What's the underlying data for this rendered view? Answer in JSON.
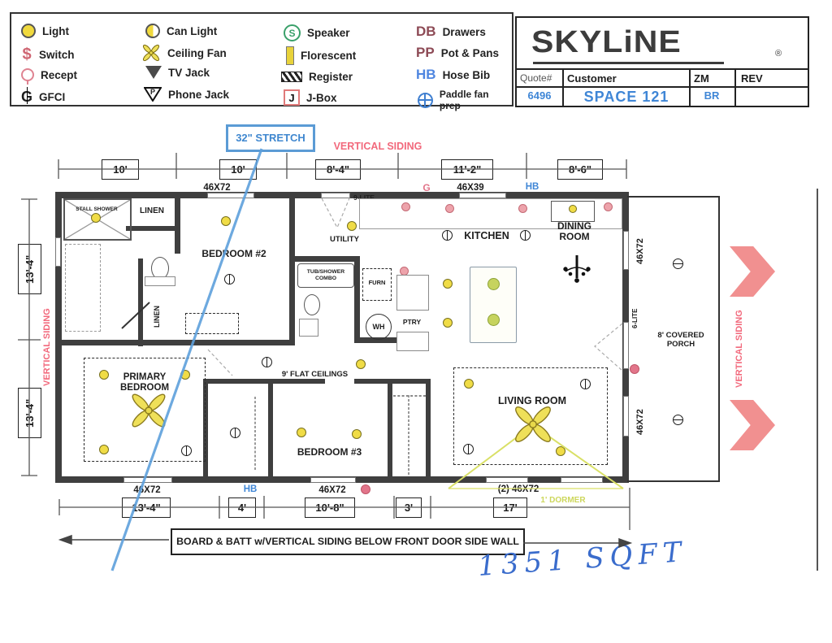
{
  "legend": {
    "items": [
      {
        "label": "Light"
      },
      {
        "label": "Switch",
        "char": "$"
      },
      {
        "label": "Recept"
      },
      {
        "label": "GFCI",
        "char": "G"
      },
      {
        "label": "Can Light"
      },
      {
        "label": "Ceiling Fan"
      },
      {
        "label": "TV Jack"
      },
      {
        "label": "Phone Jack",
        "char": "P"
      },
      {
        "label": "Speaker",
        "char": "S"
      },
      {
        "label": "Florescent"
      },
      {
        "label": "Register"
      },
      {
        "label": "J-Box",
        "char": "J"
      },
      {
        "label": "Drawers",
        "char": "DB"
      },
      {
        "label": "Pot & Pans",
        "char": "PP"
      },
      {
        "label": "Hose Bib",
        "char": "HB"
      },
      {
        "label": "Paddle fan prep"
      }
    ]
  },
  "title_block": {
    "logo": "SKYLiNE",
    "registered": "®",
    "quote_label": "Quote#",
    "quote_value": "6496",
    "customer_label": "Customer",
    "customer_value": "SPACE 121",
    "zm_label": "ZM",
    "zm_value": "BR",
    "rev_label": "REV",
    "rev_value": ""
  },
  "callouts": {
    "stretch": "32\" STRETCH",
    "vertical_siding_top": "VERTICAL SIDING",
    "vertical_siding_left": "VERTICAL SIDING",
    "vertical_siding_right": "VERTICAL SIDING",
    "board_batt": "BOARD & BATT w/VERTICAL SIDING BELOW FRONT DOOR SIDE WALL",
    "sqft": "1351 SQFT",
    "dormer": "1' DORMER",
    "flat_ceilings": "9' FLAT CEILINGS"
  },
  "dims": {
    "top": [
      "10'",
      "10'",
      "8'-4\"",
      "11'-2\"",
      "8'-6\""
    ],
    "bottom": [
      "13'-4\"",
      "4'",
      "10'-8\"",
      "3'",
      "17'"
    ],
    "left": [
      "13'-4\"",
      "13'-4\""
    ]
  },
  "windows": {
    "top_46x72": "46X72",
    "top_46x39": "46X39",
    "bottom_46x72_a": "46X72",
    "bottom_46x72_b": "46X72",
    "living_2_46x72": "(2) 46X72",
    "porch_46x72_a": "46X72",
    "porch_46x72_b": "46X72"
  },
  "doors": {
    "nine_lite": "9-LITE",
    "six_lite": "6-LITE"
  },
  "marks": {
    "hb_top": "HB",
    "hb_bottom": "HB",
    "gfci_top": "G"
  },
  "rooms": {
    "bedroom2": "BEDROOM #2",
    "utility": "UTILITY",
    "kitchen": "KITCHEN",
    "dining": "DINING ROOM",
    "primary": "PRIMARY BEDROOM",
    "bedroom3": "BEDROOM #3",
    "living": "LIVING ROOM",
    "porch": "8' COVERED PORCH",
    "stall_shower": "STALL SHOWER",
    "linen1": "LINEN",
    "linen2": "LINEN",
    "tub_shower": "TUB/SHOWER COMBO",
    "furn": "FURN",
    "wh": "WH",
    "ptry": "PTRY"
  }
}
